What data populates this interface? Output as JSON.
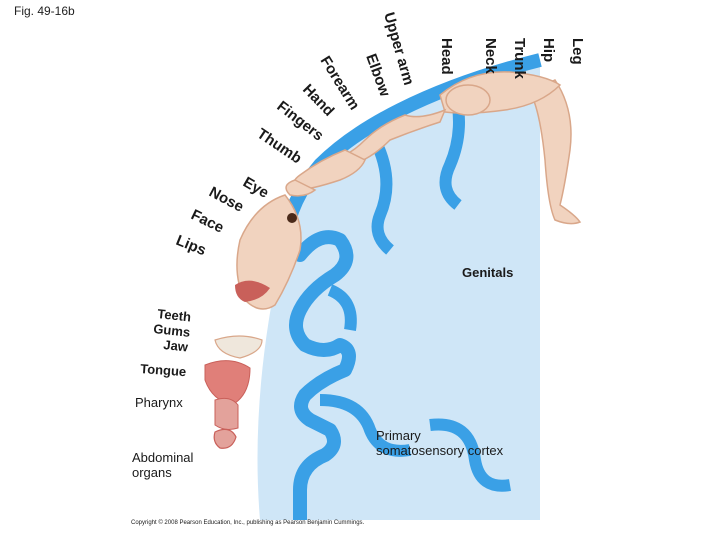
{
  "figure_label": "Fig. 49-16b",
  "body_labels": {
    "leg": "Leg",
    "hip": "Hip",
    "trunk": "Trunk",
    "neck": "Neck",
    "head": "Head",
    "upper_arm": "Upper arm",
    "elbow": "Elbow",
    "forearm": "Forearm",
    "hand": "Hand",
    "fingers": "Fingers",
    "thumb": "Thumb",
    "eye": "Eye",
    "nose": "Nose",
    "face": "Face",
    "lips": "Lips",
    "genitals": "Genitals",
    "teeth": "Teeth",
    "gums": "Gums",
    "jaw": "Jaw",
    "tongue": "Tongue",
    "pharynx": "Pharynx",
    "abdominal_line1": "Abdominal",
    "abdominal_line2": "organs",
    "cortex_line1": "Primary",
    "cortex_line2": "somatosensory cortex"
  },
  "copyright": "Copyright © 2008 Pearson Education, Inc., publishing as Pearson Benjamin Cummings.",
  "colors": {
    "cortex": "#3aa0e6",
    "white_matter": "#cfe6f7",
    "body": "#f1d3bf",
    "body_shade": "#d9a78a",
    "lips": "#c9605a",
    "tongue": "#e07f79"
  }
}
